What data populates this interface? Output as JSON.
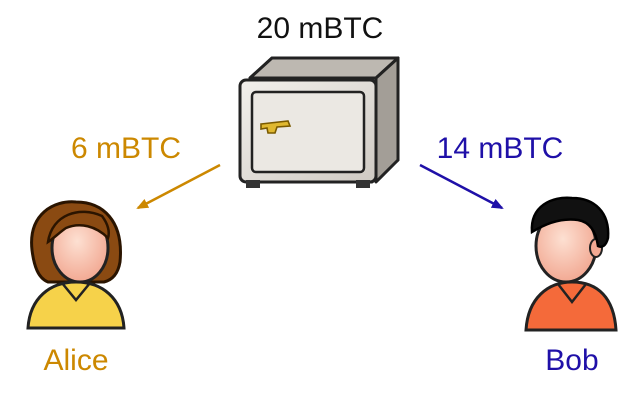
{
  "vault": {
    "amount_label": "20 mBTC",
    "icon": "safe-icon"
  },
  "alice": {
    "name": "Alice",
    "amount_label": "6 mBTC",
    "color": "#cc8800",
    "icon": "person-female-icon"
  },
  "bob": {
    "name": "Bob",
    "amount_label": "14 mBTC",
    "color": "#1f10a8",
    "icon": "person-male-icon"
  },
  "colors": {
    "text": "#111111",
    "alice_shirt": "#f6d24a",
    "bob_shirt": "#f46a3a",
    "skin": "#fbc3ad",
    "alice_hair": "#8a4a12",
    "bob_hair": "#111111"
  }
}
